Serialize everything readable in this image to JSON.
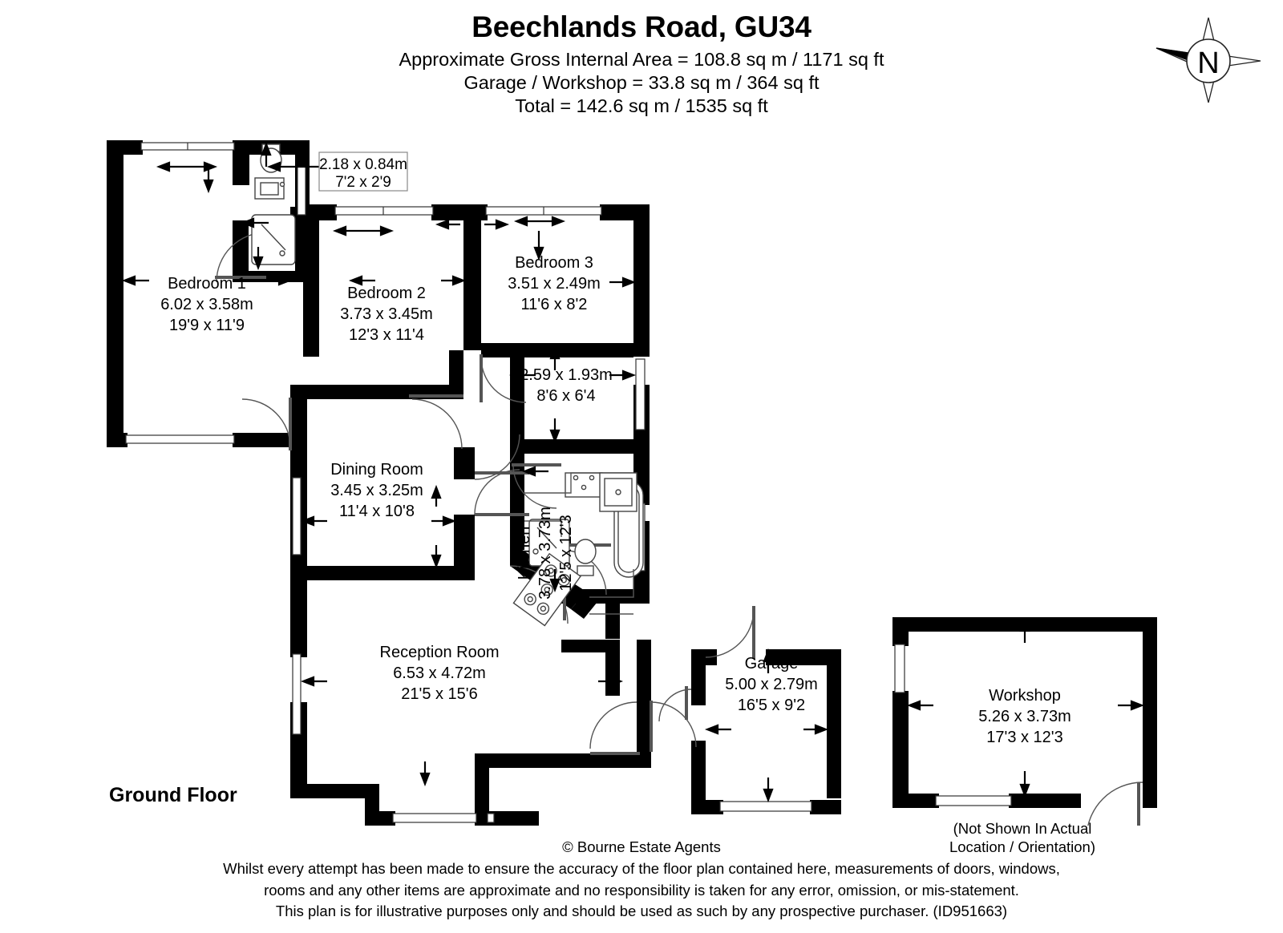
{
  "header": {
    "title": "Beechlands Road, GU34",
    "line1": "Approximate Gross Internal Area = 108.8 sq m / 1171 sq ft",
    "line2": "Garage / Workshop = 33.8 sq m / 364 sq ft",
    "line3": "Total = 142.6 sq m / 1535 sq ft"
  },
  "compass": {
    "label": "N"
  },
  "floor": {
    "label": "Ground Floor"
  },
  "rooms": {
    "bedroom1": {
      "name": "Bedroom 1",
      "metric": "6.02 x 3.58m",
      "imperial": "19'9 x 11'9"
    },
    "bedroom2": {
      "name": "Bedroom 2",
      "metric": "3.73 x 3.45m",
      "imperial": "12'3 x 11'4"
    },
    "bedroom3": {
      "name": "Bedroom 3",
      "metric": "3.51 x 2.49m",
      "imperial": "11'6 x 8'2"
    },
    "ensuite": {
      "name": "",
      "metric": "2.18 x 0.84m",
      "imperial": "7'2 x 2'9"
    },
    "bathroom": {
      "name": "",
      "metric": "2.59 x 1.93m",
      "imperial": "8'6 x 6'4"
    },
    "dining": {
      "name": "Dining Room",
      "metric": "3.45 x 3.25m",
      "imperial": "11'4 x 10'8"
    },
    "kitchen": {
      "name": "Kitchen",
      "metric": "3.78 x 3.73m",
      "imperial": "12'5 x 12'3"
    },
    "reception": {
      "name": "Reception Room",
      "metric": "6.53 x 4.72m",
      "imperial": "21'5 x 15'6"
    },
    "garage": {
      "name": "Garage",
      "metric": "5.00 x 2.79m",
      "imperial": "16'5 x 9'2"
    },
    "workshop": {
      "name": "Workshop",
      "metric": "5.26 x 3.73m",
      "imperial": "17'3 x 12'3"
    }
  },
  "workshop_note": {
    "line1": "(Not Shown In Actual",
    "line2": "Location / Orientation)"
  },
  "footer": {
    "copyright": "© Bourne Estate Agents",
    "line1": "Whilst every attempt has been made to ensure the accuracy of the floor plan contained here, measurements of doors, windows,",
    "line2": "rooms and any other items are approximate and no responsibility is taken for any error, omission, or mis-statement.",
    "line3": "This plan is for illustrative purposes only and should be used as such by any prospective purchaser. (ID951663)"
  },
  "colors": {
    "wall": "#000000",
    "background": "#ffffff",
    "fixture_stroke": "#3a3a3a",
    "window_fill": "#ffffff"
  }
}
